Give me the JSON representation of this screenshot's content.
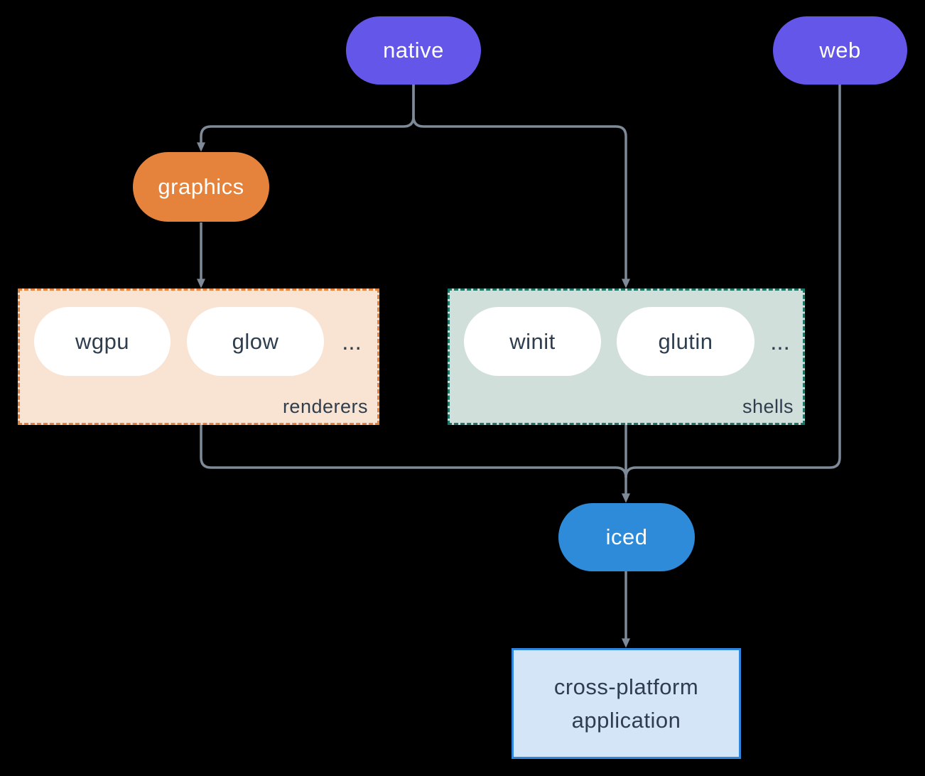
{
  "colors": {
    "background": "#000000",
    "node_purple": "#6456E9",
    "node_orange": "#E5823B",
    "node_blue": "#2D8BDA",
    "node_text_light": "#FFFFFF",
    "dark_text": "#2E3E4E",
    "line": "#7E8A98",
    "renderers_fill": "#F9E3D2",
    "renderers_border": "#E5823B",
    "shells_fill": "#D0DFDA",
    "shells_border": "#1F7568",
    "app_fill": "#D4E5F8",
    "app_border": "#2F86DC",
    "inner_pill_fill": "#FFFFFF"
  },
  "nodes": {
    "native": "native",
    "web": "web",
    "graphics": "graphics",
    "iced": "iced"
  },
  "groups": {
    "renderers": {
      "label": "renderers",
      "items": [
        "wgpu",
        "glow"
      ],
      "ellipsis": "..."
    },
    "shells": {
      "label": "shells",
      "items": [
        "winit",
        "glutin"
      ],
      "ellipsis": "..."
    }
  },
  "app": {
    "label_lines": [
      "cross-platform",
      "application"
    ]
  }
}
